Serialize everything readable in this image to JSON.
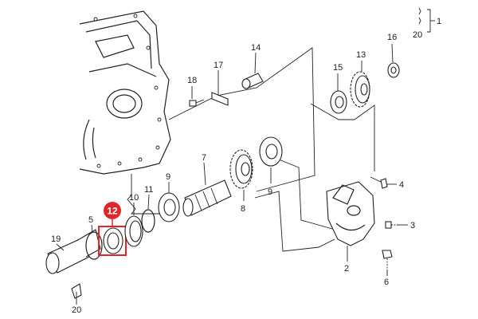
{
  "diagram": {
    "callouts": {
      "c1": "1",
      "c2": "2",
      "c3": "3",
      "c4": "4",
      "c5": "5",
      "c6": "6",
      "c7": "7",
      "c8": "8",
      "c9a": "9",
      "c9b": "9",
      "c10": "10",
      "c11": "11",
      "c12": "12",
      "c13": "13",
      "c14": "14",
      "c15": "15",
      "c16": "16",
      "c17": "17",
      "c18": "18",
      "c19": "19",
      "c20": "20",
      "legend_top": "20",
      "legend_right": "1"
    },
    "highlight_color": "#e0262b"
  }
}
